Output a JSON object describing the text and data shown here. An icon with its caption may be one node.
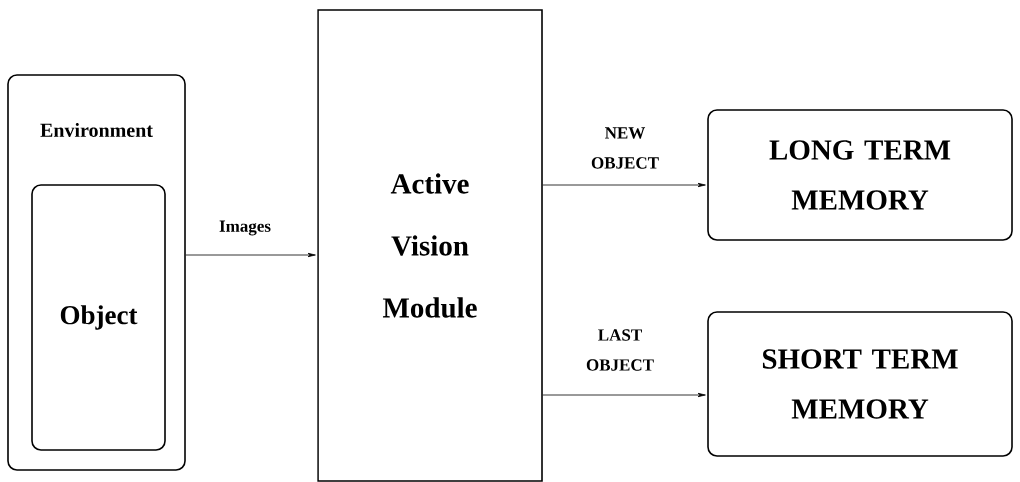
{
  "diagram": {
    "nodes": [
      {
        "text": [
          "Environment"
        ]
      },
      {
        "text": [
          "Object"
        ],
        "in": 0
      },
      {
        "text": [
          "Active Vision Module"
        ]
      },
      {
        "text": [
          "LONG TERM MEMORY"
        ]
      },
      {
        "text": [
          "SHORT TERM MEMORY"
        ]
      }
    ],
    "edges": [
      {
        "from": 0,
        "to": 2,
        "arrow": "to",
        "label": "Images"
      },
      {
        "from": 2,
        "to": 3,
        "arrow": "to",
        "label": "NEW OBJECT"
      },
      {
        "from": 2,
        "to": 4,
        "arrow": "to",
        "label": "LAST OBJECT"
      }
    ]
  }
}
